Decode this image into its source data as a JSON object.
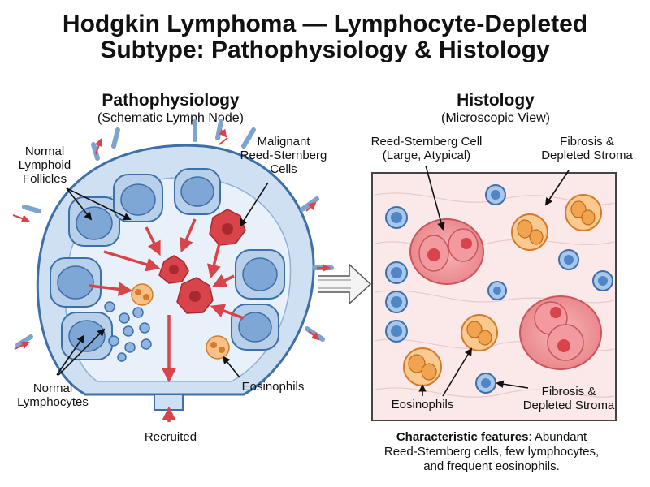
{
  "title": {
    "line1": "Hodgkin Lymphoma — Lymphocyte-Depleted",
    "line2": "Subtype: Pathophysiology & Histology"
  },
  "left_panel": {
    "heading": "Pathophysiology",
    "subheading": "(Schematic Lymph Node)",
    "labels": {
      "normal_follicles_1": "Normal",
      "normal_follicles_2": "Lymphoid",
      "normal_follicles_3": "Follicles",
      "malignant_1": "Malignant",
      "malignant_2": "Reed-Sternberg",
      "malignant_3": "Cells",
      "lymphocytes_1": "Normal",
      "lymphocytes_2": "Lymphocytes",
      "eosinophils": "Eosinophils",
      "recruited": "Recruited"
    }
  },
  "right_panel": {
    "heading": "Histology",
    "subheading": "(Microscopic View)",
    "labels": {
      "rs_cell_1": "Reed-Sternberg Cell",
      "rs_cell_2": "(Large, Atypical)",
      "fibrosis_top_1": "Fibrosis &",
      "fibrosis_top_2": "Depleted Stroma",
      "eosinophils": "Eosinophils",
      "fibrosis_bottom_1": "Fibrosis &",
      "fibrosis_bottom_2": "Depleted Stroma"
    },
    "caption": {
      "bold": "Characteristic features",
      "rest_1": ": Abundant",
      "line2": "Reed-Sternberg cells, few lymphocytes,",
      "line3": "and frequent eosinophils."
    }
  },
  "colors": {
    "node_fill": "#cfe0f3",
    "node_stroke": "#3d6fa8",
    "follicle_fill": "#7fa7d6",
    "rs_red": "#d9434a",
    "arrow_red": "#d9434a",
    "eosinophil": "#f2a65a",
    "tissue_bg": "#fbe9ea",
    "lymphocyte_blue": "#4f86c6"
  }
}
